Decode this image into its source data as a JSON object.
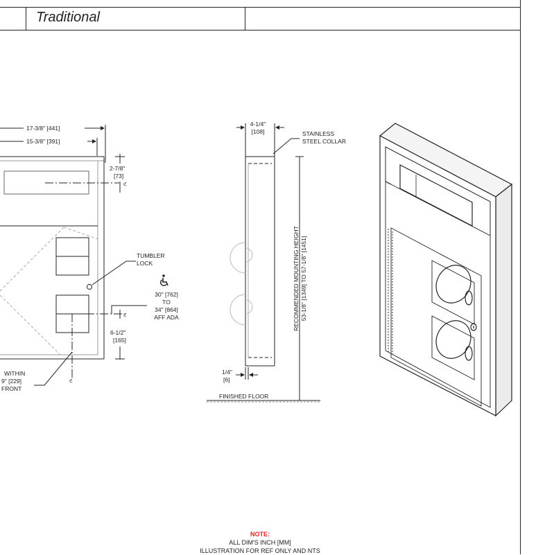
{
  "header": {
    "collection": "Traditional"
  },
  "front_view": {
    "dim_overall_width": "17-3/8\" [441]",
    "dim_inner_width": "15-3/8\" [391]",
    "dim_top_offset_in": "2-7/8\"",
    "dim_top_offset_mm": "[73]",
    "centerline_mark": "ℭ",
    "tumbler_lock_line1": "TUMBLER",
    "tumbler_lock_line2": "LOCK",
    "ada_height_line1": "30\" [762]",
    "ada_height_line2": "TO",
    "ada_height_line3": "34\" [864]",
    "ada_height_line4": "AFF ADA",
    "dim_lower_in": "6-1/2\"",
    "dim_lower_mm": "[165]",
    "within_line1": "WITHIN",
    "within_line2": "9\" [229]",
    "within_line3": "FRONT"
  },
  "side_view": {
    "depth_in": "4-1/4\"",
    "depth_mm": "[108]",
    "collar_line1": "STAINLESS",
    "collar_line2": "STEEL COLLAR",
    "mount_line1": "RECOMMENDED MOUNTING HEIGHT",
    "mount_line2": "53-1/8\" [1349] TO 57-1/8\" [1451]",
    "flange_in": "1/4\"",
    "flange_mm": "[6]",
    "floor_label": "FINISHED FLOOR"
  },
  "note": {
    "title": "NOTE:",
    "line1": "ALL DIM'S INCH [MM]",
    "line2": "ILLUSTRATION FOR REF ONLY AND NTS"
  },
  "icons": {
    "accessibility": "wheelchair-icon",
    "lock": "tumbler-lock-icon"
  },
  "colors": {
    "line": "#222222",
    "note_title": "#e2231a"
  }
}
